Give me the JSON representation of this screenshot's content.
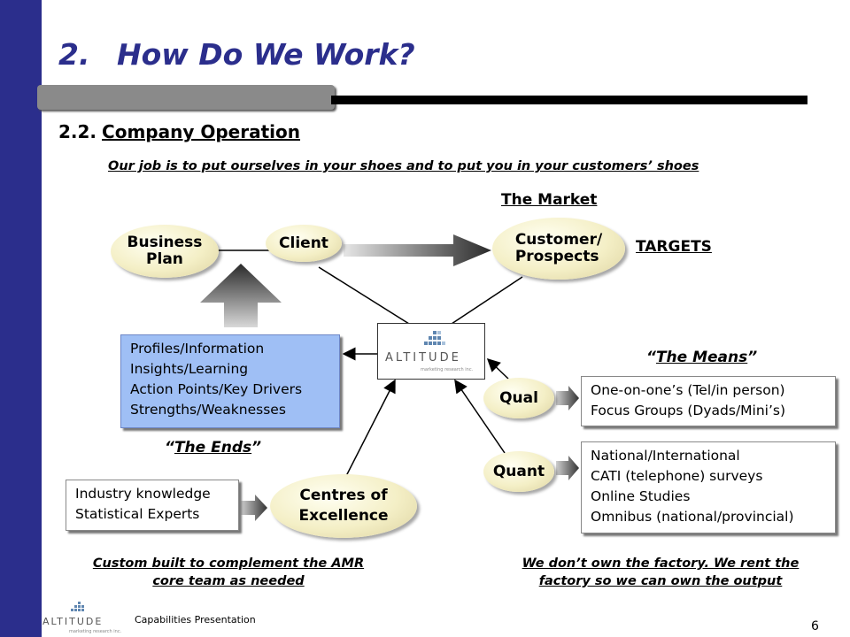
{
  "slide": {
    "title_number": "2.",
    "title_text": "How Do We Work?",
    "section_number": "2.2.",
    "section_title": "Company Operation",
    "tagline": "Our job is to put ourselves in your shoes and to put you in your customers’ shoes"
  },
  "diagram": {
    "the_market": "The Market",
    "targets": "TARGETS",
    "business_plan": [
      "Business",
      "Plan"
    ],
    "client": "Client",
    "customer": [
      "Customer/",
      "Prospects"
    ],
    "ends_box": [
      "Profiles/Information",
      "Insights/Learning",
      "Action Points/Key Drivers",
      "Strengths/Weaknesses"
    ],
    "the_ends": "The Ends",
    "the_means": "The Means",
    "qual": "Qual",
    "quant": "Quant",
    "qual_box": [
      "One-on-one’s (Tel/in person)",
      "Focus Groups (Dyads/Mini’s)"
    ],
    "quant_box": [
      "National/International",
      "CATI (telephone) surveys",
      "Online Studies",
      "Omnibus (national/provincial)"
    ],
    "industry_box": [
      "Industry knowledge",
      "Statistical Experts"
    ],
    "centres": [
      "Centres of",
      "Excellence"
    ],
    "footnote_left": [
      "Custom built to complement the AMR",
      "core team as needed"
    ],
    "footnote_right": [
      "We don’t own the factory. We rent the",
      "factory so we can own the output"
    ]
  },
  "logo": {
    "word": "ALTITUDE",
    "sub": "marketing research inc."
  },
  "footer": {
    "caption": "Capabilities Presentation",
    "page_number": "6"
  },
  "colors": {
    "sidebar": "#2b2e8c",
    "title": "#2b2e8c",
    "ends_box_fill": "#9fbff5",
    "ellipse_fill": "#f4efc6",
    "logo_blue": "#5f86b0"
  }
}
